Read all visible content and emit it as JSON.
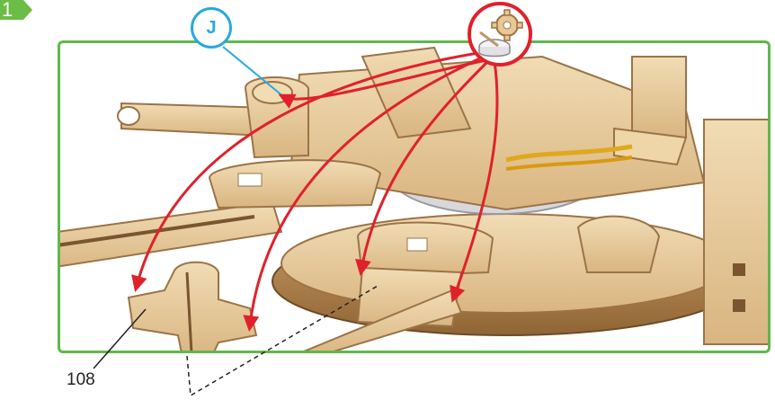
{
  "step": {
    "number": "1"
  },
  "callout": {
    "letter": "J"
  },
  "part": {
    "label": "108"
  },
  "colors": {
    "frame": "#5fb84a",
    "arrows": "#e0212b",
    "callout": "#27a9e1",
    "wood": "#e9cfa0",
    "wood_edge": "#9c7347"
  },
  "icons": {
    "tool": "glue-and-gear-icon"
  }
}
